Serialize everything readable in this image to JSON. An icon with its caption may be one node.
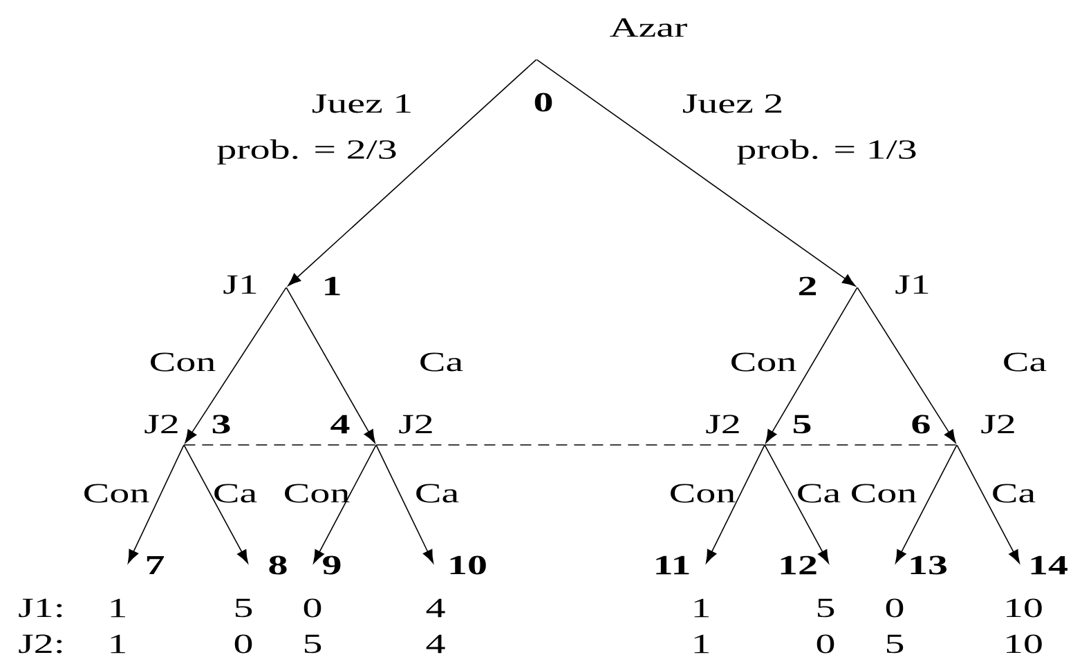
{
  "diagram": {
    "nodes": [
      {
        "text": [
          "Azar",
          "0"
        ]
      },
      {
        "text": [
          "J1",
          "1"
        ]
      },
      {
        "text": [
          "2",
          "J1"
        ]
      },
      {
        "text": [
          "J2",
          "3"
        ]
      },
      {
        "text": [
          "4",
          "J2"
        ]
      },
      {
        "text": [
          "J2",
          "5"
        ]
      },
      {
        "text": [
          "6",
          "J2"
        ]
      },
      {
        "text": [
          "7"
        ]
      },
      {
        "text": [
          "8"
        ]
      },
      {
        "text": [
          "9"
        ]
      },
      {
        "text": [
          "10"
        ]
      },
      {
        "text": [
          "11"
        ]
      },
      {
        "text": [
          "12"
        ]
      },
      {
        "text": [
          "13"
        ]
      },
      {
        "text": [
          "14"
        ]
      }
    ],
    "edges": [
      {
        "from": 0,
        "to": 1,
        "arrow": "to",
        "label": "Juez 1"
      },
      {
        "from": 0,
        "to": 2,
        "arrow": "to",
        "label": "Juez 2"
      },
      {
        "from": 1,
        "to": 3,
        "arrow": "to",
        "label": "Con"
      },
      {
        "from": 1,
        "to": 4,
        "arrow": "to",
        "label": "Ca"
      },
      {
        "from": 2,
        "to": 5,
        "arrow": "to",
        "label": "Con"
      },
      {
        "from": 2,
        "to": 6,
        "arrow": "to",
        "label": "Ca"
      },
      {
        "from": 3,
        "to": 4,
        "arrow": "none",
        "style": "dashed"
      },
      {
        "from": 4,
        "to": 5,
        "arrow": "none",
        "style": "dashed"
      },
      {
        "from": 5,
        "to": 6,
        "arrow": "none",
        "style": "dashed"
      },
      {
        "from": 3,
        "to": 7,
        "arrow": "to",
        "label": "Con"
      },
      {
        "from": 3,
        "to": 8,
        "arrow": "to",
        "label": "Ca"
      },
      {
        "from": 4,
        "to": 9,
        "arrow": "to",
        "label": "Con"
      },
      {
        "from": 4,
        "to": 10,
        "arrow": "to",
        "label": "Ca"
      },
      {
        "from": 5,
        "to": 11,
        "arrow": "to",
        "label": "Con"
      },
      {
        "from": 5,
        "to": 12,
        "arrow": "to",
        "label": "Ca"
      },
      {
        "from": 6,
        "to": 13,
        "arrow": "to",
        "label": "Con"
      },
      {
        "from": 6,
        "to": 14,
        "arrow": "to",
        "label": "Ca"
      }
    ],
    "labels": [
      "prob. = 2/3",
      "prob. = 1/3",
      "J1:",
      "1",
      "5",
      "0",
      "4",
      "1",
      "5",
      "0",
      "10",
      "J2:",
      "1",
      "0",
      "5",
      "4",
      "1",
      "0",
      "5",
      "10"
    ]
  }
}
